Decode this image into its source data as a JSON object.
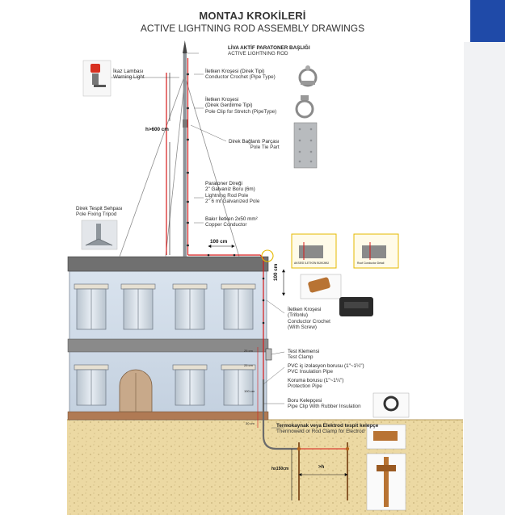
{
  "header": {
    "title": "MONTAJ KROKİLERİ",
    "subtitle": "ACTIVE LIGHTNING ROD ASSEMBLY DRAWINGS"
  },
  "labels": {
    "rod_head_tr": "LİVA AKTİF PARATONER BAŞLIĞI",
    "rod_head_en": "ACTIVE LIGHTNING ROD",
    "warning_tr": "İkaz Lambası",
    "warning_en": "Warning Light",
    "crochet_pipe_tr": "İletken Kroşesi (Direk Tipi)",
    "crochet_pipe_en": "Conductor Crochet (Pipe Type)",
    "pole_clip_tr1": "İletken Kroşesi",
    "pole_clip_tr2": "(Direk Gerdirme Tipi)",
    "pole_clip_en": "Pole Clip for Stretch (PipeType)",
    "height": "h>600 cm",
    "pole_tie_tr": "Direk Bağlantı Parçası",
    "pole_tie_en": "Pole Tie Part",
    "rod_pole_tr1": "Paratoner Direği",
    "rod_pole_tr2": "2\" Galvaniz Boru (6m)",
    "rod_pole_en1": "Lightning Rod Pole",
    "rod_pole_en2": "2\" 6 mt Galvanized Pole",
    "tripod_tr": "Direk Tespit Sehpası",
    "tripod_en": "Pole Fixing Tripod",
    "copper_tr": "Bakır İletken 2x50 mm²",
    "copper_en": "Copper Conductor",
    "spacing_100_top": "100 cm",
    "spacing_100_side": "100 cm",
    "roof_detail_1": "AKSESİ İLETKEN BÜKÜMÜ",
    "roof_detail_2": "Roof Conductor Detail",
    "trifonlu_tr1": "İletken Kroşesi",
    "trifonlu_tr2": "(Trifonlu)",
    "trifonlu_en1": "Conductor Crochet",
    "trifonlu_en2": "(With Screw)",
    "test_tr": "Test Klemensi",
    "test_en": "Test Clamp",
    "pvc_tr": "PVC iç izolasyon borusu (1\"~1¼\")",
    "pvc_en": "PVC Insulation Pipe",
    "protect_tr": "Koruma borusu (1\"~1¼\")",
    "protect_en": "Protection Pipe",
    "clip_tr": "Boru Kelepçesi",
    "clip_en": "Pipe Clip With Rubber Insulation",
    "thermo_tr": "Termokaynak veya Elektrod tespit kelepçe",
    "thermo_en": "Thermoweld or Rod Clamp for Electrod",
    "dim_25a": "25 cm",
    "dim_25b": "25 cm",
    "dim_100": "100 cm",
    "dim_30": "30 cm",
    "ground_h": "h≥150cm",
    "ground_gap": ">h"
  },
  "colors": {
    "accent_blue": "#1f4aa8",
    "conductor_red": "#d61a1a",
    "soil": "#e9d49a",
    "building": "#cfd9e6",
    "roof": "#6f6f6f"
  }
}
